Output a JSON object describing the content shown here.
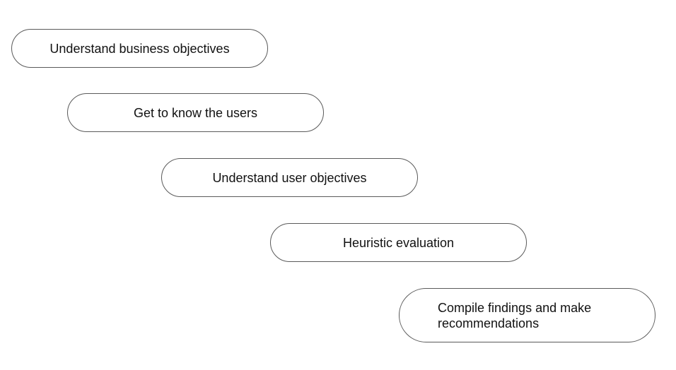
{
  "steps": [
    {
      "label": "Understand business objectives"
    },
    {
      "label": "Get to know the users"
    },
    {
      "label": "Understand user objectives"
    },
    {
      "label": "Heuristic evaluation"
    },
    {
      "label": "Compile findings and make recommendations"
    }
  ]
}
